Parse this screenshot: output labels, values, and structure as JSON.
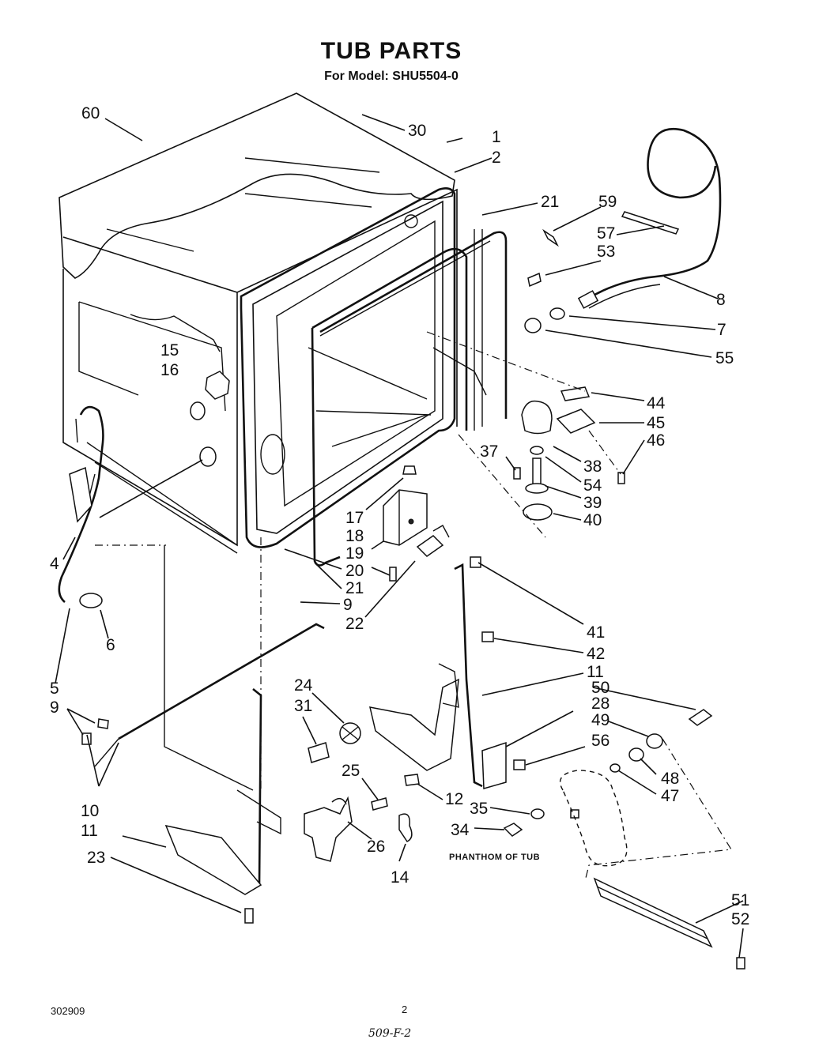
{
  "header": {
    "title": "TUB PARTS",
    "model_line": "For Model: SHU5504-0"
  },
  "note": "PHANTHOM OF TUB",
  "footer": {
    "doc_number": "302909",
    "page_number": "2",
    "handwritten": "509-F-2"
  },
  "callouts": {
    "c60": "60",
    "c30": "30",
    "c1": "1",
    "c2": "2",
    "c21a": "21",
    "c59": "59",
    "c57": "57",
    "c53": "53",
    "c8": "8",
    "c7": "7",
    "c55": "55",
    "c15": "15",
    "c16": "16",
    "c44": "44",
    "c45": "45",
    "c46": "46",
    "c37": "37",
    "c38": "38",
    "c54": "54",
    "c39": "39",
    "c40": "40",
    "c17": "17",
    "c18": "18",
    "c19": "19",
    "c20": "20",
    "c21b": "21",
    "c4": "4",
    "c9a": "9",
    "c22": "22",
    "c41": "41",
    "c6": "6",
    "c5": "5",
    "c42": "42",
    "c11a": "11",
    "c50": "50",
    "c9b": "9",
    "c24": "24",
    "c31": "31",
    "c28": "28",
    "c49": "49",
    "c56": "56",
    "c10": "10",
    "c25": "25",
    "c12": "12",
    "c48": "48",
    "c47": "47",
    "c11b": "11",
    "c35": "35",
    "c34": "34",
    "c26": "26",
    "c23": "23",
    "c14": "14",
    "c51": "51",
    "c52": "52"
  }
}
